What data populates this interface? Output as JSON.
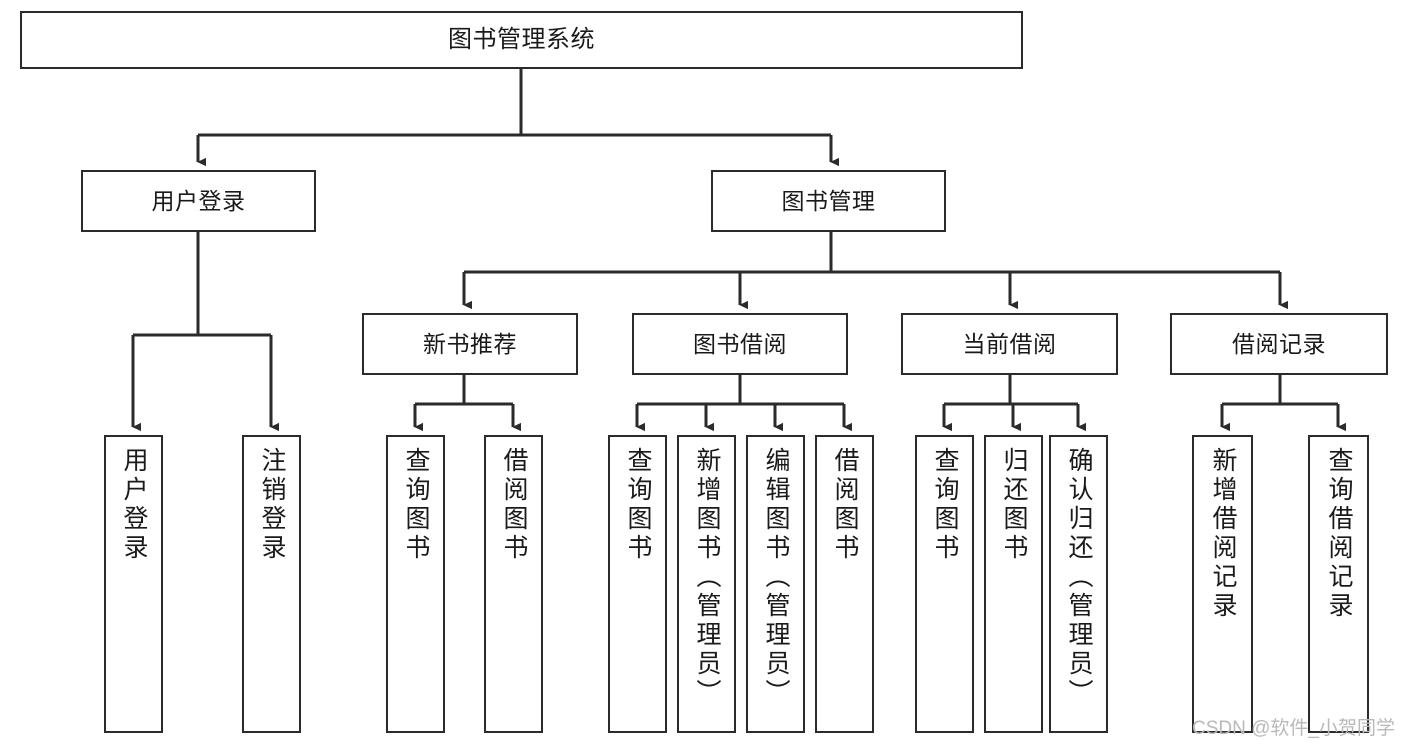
{
  "diagram": {
    "title": "图书管理系统",
    "type": "tree",
    "stroke_color": "#2b2b2b",
    "fill_color": "#ffffff",
    "text_color": "#1a1a1a"
  },
  "nodes": {
    "root": {
      "label": "图书管理系统"
    },
    "level2": [
      {
        "id": "user-login",
        "label": "用户登录"
      },
      {
        "id": "book-management",
        "label": "图书管理"
      }
    ],
    "level3": [
      {
        "id": "new-book-recommend",
        "label": "新书推荐"
      },
      {
        "id": "book-borrow",
        "label": "图书借阅"
      },
      {
        "id": "current-borrow",
        "label": "当前借阅"
      },
      {
        "id": "borrow-record",
        "label": "借阅记录"
      }
    ],
    "leaves": {
      "user_login": [
        {
          "id": "leaf-user-login",
          "label": "用户登录"
        },
        {
          "id": "leaf-user-logout",
          "label": "注销登录"
        }
      ],
      "new_book_recommend": [
        {
          "id": "leaf-query-book-1",
          "label": "查询图书"
        },
        {
          "id": "leaf-borrow-book-1",
          "label": "借阅图书"
        }
      ],
      "book_borrow": [
        {
          "id": "leaf-query-book-2",
          "label": "查询图书"
        },
        {
          "id": "leaf-add-book",
          "label": "新增图书（管理员）"
        },
        {
          "id": "leaf-edit-book",
          "label": "编辑图书（管理员）"
        },
        {
          "id": "leaf-borrow-book-2",
          "label": "借阅图书"
        }
      ],
      "current_borrow": [
        {
          "id": "leaf-query-book-3",
          "label": "查询图书"
        },
        {
          "id": "leaf-return-book",
          "label": "归还图书"
        },
        {
          "id": "leaf-confirm-return",
          "label": "确认归还（管理员）"
        }
      ],
      "borrow_record": [
        {
          "id": "leaf-add-record",
          "label": "新增借阅记录"
        },
        {
          "id": "leaf-query-record",
          "label": "查询借阅记录"
        }
      ]
    }
  },
  "watermark": {
    "text": "CSDN @软件_小贺同学"
  }
}
